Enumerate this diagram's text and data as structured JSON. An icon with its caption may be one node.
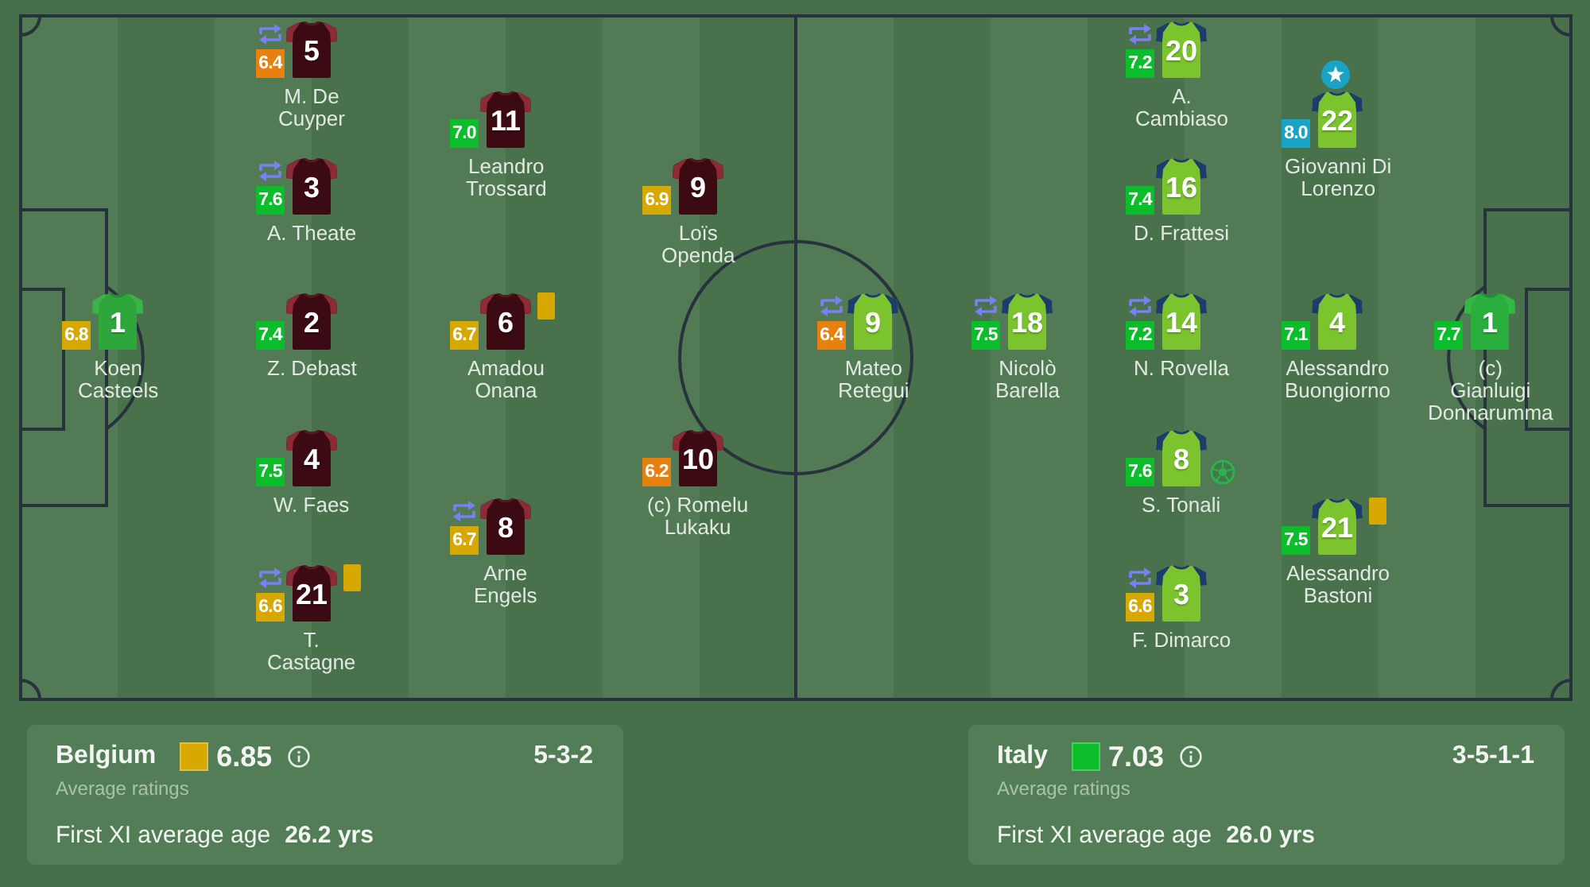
{
  "diagram": {
    "nodes": [
      {
        "text": [
          "1"
        ],
        "beside": [
          "6.8",
          "Koen Casteels"
        ]
      },
      {
        "text": [
          "5"
        ],
        "beside": [
          "6.4",
          "M. De Cuyper"
        ]
      },
      {
        "text": [
          "3"
        ],
        "beside": [
          "7.6",
          "A. Theate"
        ]
      },
      {
        "text": [
          "2"
        ],
        "beside": [
          "7.4",
          "Z. Debast"
        ]
      },
      {
        "text": [
          "4"
        ],
        "beside": [
          "7.5",
          "W. Faes"
        ]
      },
      {
        "text": [
          "21"
        ],
        "beside": [
          "6.6",
          "T. Castagne"
        ]
      },
      {
        "text": [
          "11"
        ],
        "beside": [
          "7.0",
          "Leandro Trossard"
        ]
      },
      {
        "text": [
          "6"
        ],
        "beside": [
          "6.7",
          "Amadou Onana"
        ]
      },
      {
        "text": [
          "8"
        ],
        "beside": [
          "6.7",
          "Arne Engels"
        ]
      },
      {
        "text": [
          "9"
        ],
        "beside": [
          "6.9",
          "Loïs Openda"
        ]
      },
      {
        "text": [
          "10"
        ],
        "beside": [
          "6.2",
          "(c) Romelu Lukaku"
        ]
      },
      {
        "text": [
          "9"
        ],
        "beside": [
          "6.4",
          "Mateo Retegui"
        ]
      },
      {
        "text": [
          "18"
        ],
        "beside": [
          "7.5",
          "Nicolò Barella"
        ]
      },
      {
        "text": [
          "20"
        ],
        "beside": [
          "7.2",
          "A. Cambiaso"
        ]
      },
      {
        "text": [
          "16"
        ],
        "beside": [
          "7.4",
          "D. Frattesi"
        ]
      },
      {
        "text": [
          "14"
        ],
        "beside": [
          "7.2",
          "N. Rovella"
        ]
      },
      {
        "text": [
          "8"
        ],
        "beside": [
          "7.6",
          "S. Tonali"
        ]
      },
      {
        "text": [
          "3"
        ],
        "beside": [
          "6.6",
          "F. Dimarco"
        ]
      },
      {
        "text": [
          "22"
        ],
        "beside": [
          "8.0",
          "Giovanni Di Lorenzo"
        ]
      },
      {
        "text": [
          "4"
        ],
        "beside": [
          "7.1",
          "Alessandro Buongiorno"
        ]
      },
      {
        "text": [
          "21"
        ],
        "beside": [
          "7.5",
          "Alessandro Bastoni"
        ]
      },
      {
        "text": [
          "1"
        ],
        "beside": [
          "7.7",
          "(c) Gianluigi Donnarumma"
        ]
      },
      {
        "text": [
          "Belgium",
          "6.85",
          "Average ratings",
          "5-3-2",
          "First XI average age",
          "26.2 yrs"
        ]
      },
      {
        "text": [
          "Italy",
          "7.03",
          "Average ratings",
          "3-5-1-1",
          "First XI average age",
          "26.0 yrs"
        ]
      }
    ]
  }
}
